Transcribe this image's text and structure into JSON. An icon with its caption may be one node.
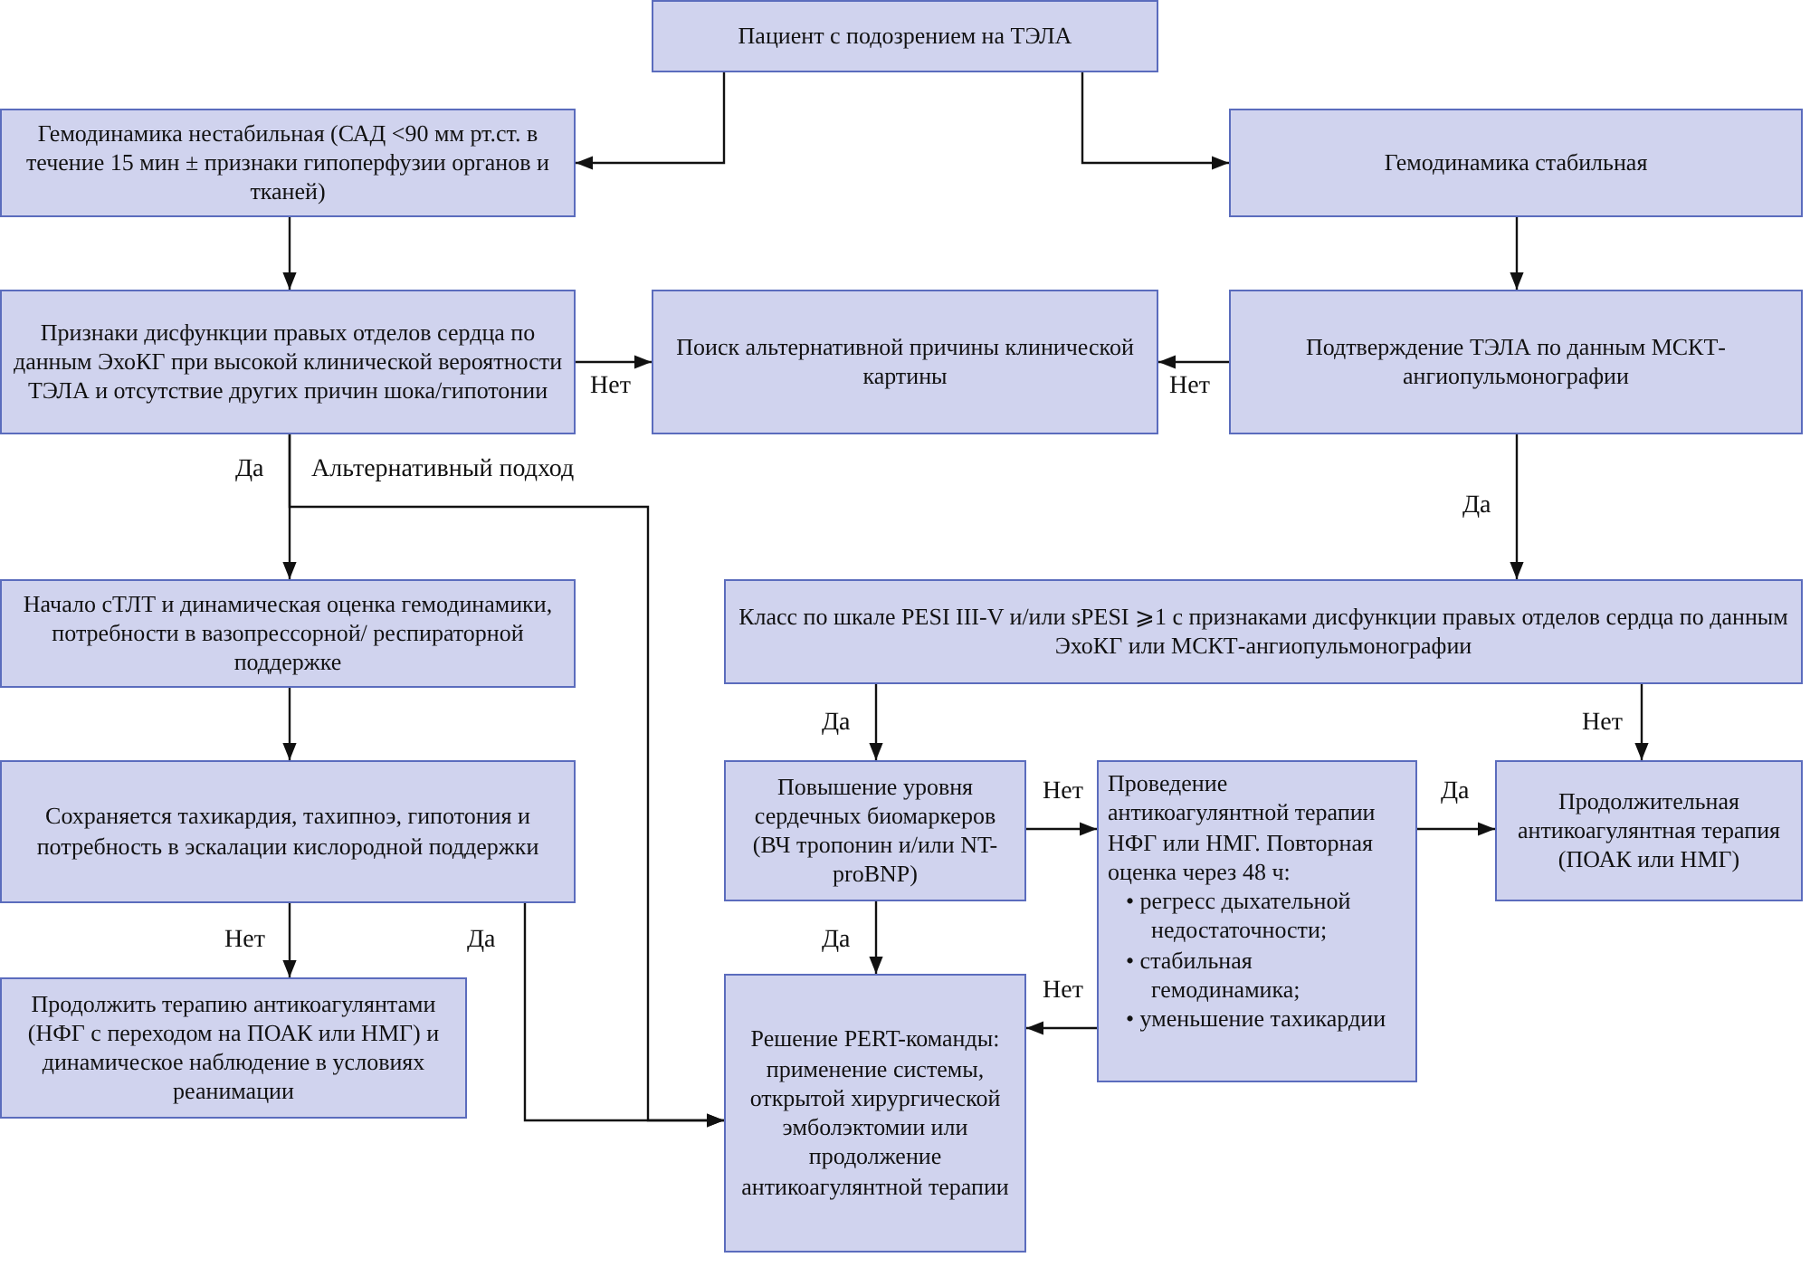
{
  "diagram": {
    "nodes": [
      {
        "text": [
          "Пациент с подозрением на ТЭЛА"
        ]
      },
      {
        "text": [
          "Гемодинамика нестабильная (САД <90 мм рт.ст. в течение 15 мин ± признаки гипоперфузии органов и тканей)"
        ]
      },
      {
        "text": [
          "Гемодинамика стабильная"
        ]
      },
      {
        "text": [
          "Признаки дисфункции правых отделов сердца по данным ЭхоКГ при высокой клинической вероятности ТЭЛА и отсутствие других причин шока/гипотонии"
        ]
      },
      {
        "text": [
          "Поиск альтернативной причины клинической картины"
        ]
      },
      {
        "text": [
          "Подтверждение ТЭЛА по данным МСКТ-ангиопульмонографии"
        ]
      },
      {
        "text": [
          "Начало сТЛТ и динамическая оценка гемодинамики, потребности в вазопрессорной/ респираторной поддержке"
        ]
      },
      {
        "text": [
          "Класс по шкале PESI III-V и/или sPESI ⩾1 с признаками дисфункции правых отделов сердца по данным ЭхоКГ или МСКТ-ангиопульмонографии"
        ]
      },
      {
        "text": [
          "Сохраняется тахикардия, тахипноэ, гипотония и потребность в эскалации кислородной поддержки"
        ]
      },
      {
        "text": [
          "Повышение уровня сердечных биомаркеров (ВЧ тропонин и/или NT-proBNP)"
        ]
      },
      {
        "text": [
          "Проведение антикоагулянтной терапии НФГ или НМГ. Повторная оценка через 48 ч:",
          "• регресс дыхательной недостаточности;",
          "• стабильная гемодинамика;",
          "• уменьшение тахикардии"
        ]
      },
      {
        "text": [
          "Продолжительная антикоагулянтная терапия (ПОАК или НМГ)"
        ]
      },
      {
        "text": [
          "Продолжить терапию антикоагулянтами (НФГ с переходом на ПОАК или НМГ) и динамическое наблюдение в условиях реанимации"
        ]
      },
      {
        "text": [
          "Решение PERT-команды: применение системы, открытой хирургической эмболэктомии или продолжение антикоагулянтной терапии"
        ]
      }
    ],
    "edges": [
      {
        "from": 0,
        "to": 1,
        "arrow": "to"
      },
      {
        "from": 0,
        "to": 2,
        "arrow": "to"
      },
      {
        "from": 1,
        "to": 3,
        "arrow": "to"
      },
      {
        "from": 3,
        "to": 4,
        "arrow": "to",
        "label": "Нет"
      },
      {
        "from": 2,
        "to": 5,
        "arrow": "to"
      },
      {
        "from": 5,
        "to": 4,
        "arrow": "to",
        "label": "Нет"
      },
      {
        "from": 5,
        "to": 7,
        "arrow": "to",
        "label": "Да"
      },
      {
        "from": 3,
        "to": 6,
        "arrow": "to",
        "label": "Да"
      },
      {
        "from": 3,
        "to": 13,
        "arrow": "to",
        "label": "Альтернативный подход"
      },
      {
        "from": 6,
        "to": 8,
        "arrow": "to"
      },
      {
        "from": 8,
        "to": 12,
        "arrow": "to",
        "label": "Нет"
      },
      {
        "from": 8,
        "to": 13,
        "arrow": "to",
        "label": "Да"
      },
      {
        "from": 7,
        "to": 9,
        "arrow": "to",
        "label": "Да"
      },
      {
        "from": 7,
        "to": 11,
        "arrow": "to",
        "label": "Нет"
      },
      {
        "from": 9,
        "to": 10,
        "arrow": "to",
        "label": "Нет"
      },
      {
        "from": 9,
        "to": 13,
        "arrow": "to",
        "label": "Да"
      },
      {
        "from": 10,
        "to": 11,
        "arrow": "to",
        "label": "Да"
      },
      {
        "from": 10,
        "to": 13,
        "arrow": "to",
        "label": "Нет"
      }
    ]
  }
}
